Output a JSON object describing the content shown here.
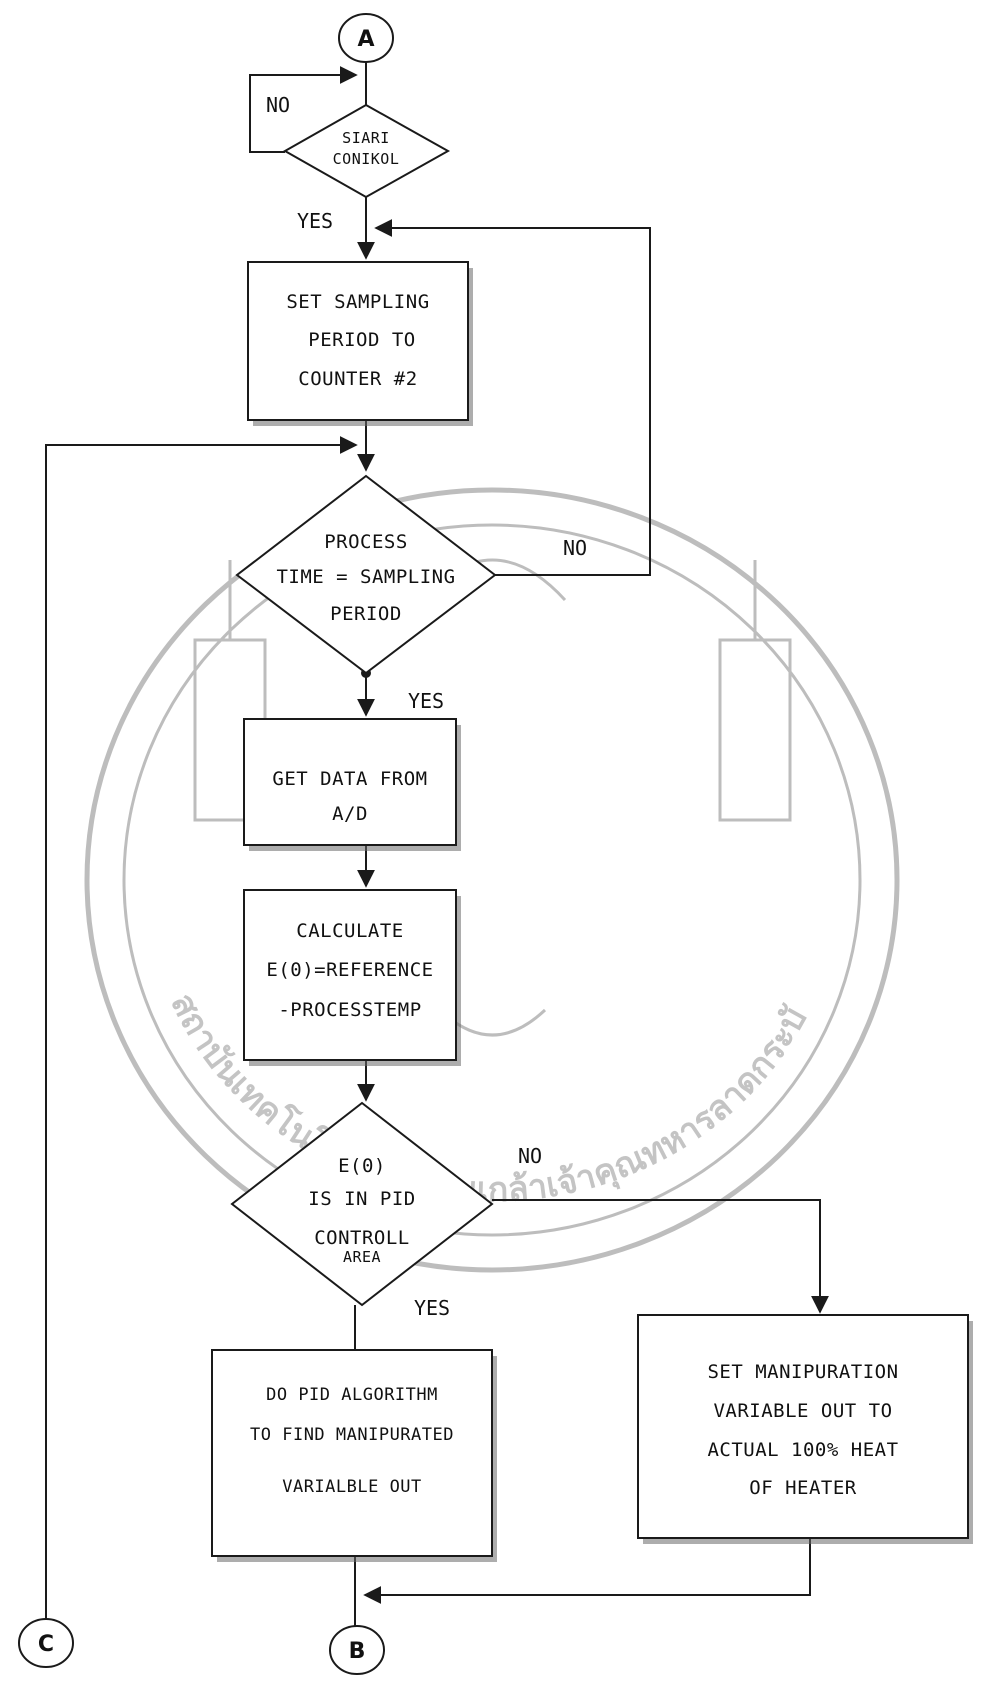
{
  "connectors": {
    "top": "A",
    "bottom": "B",
    "left": "C"
  },
  "decisions": {
    "start": [
      "SIARI",
      "CONIKOL"
    ],
    "process_time": [
      "PROCESS",
      "TIME = SAMPLING",
      "PERIOD"
    ],
    "pid_area": [
      "E(0)",
      "IS IN PID",
      "CONTROLL",
      "AREA"
    ]
  },
  "processes": {
    "set_sampling": [
      "SET SAMPLING",
      "PERIOD TO",
      "COUNTER #2"
    ],
    "get_data": [
      "GET DATA FROM",
      "A/D"
    ],
    "calculate": [
      "CALCULATE",
      "E(0)=REFERENCE",
      "-PROCESSTEMP"
    ],
    "pid_algorithm": [
      "DO PID ALGORITHM",
      "TO FIND MANIPURATED",
      "VARIALBLE OUT"
    ],
    "set_manipuration": [
      "SET MANIPURATION",
      "VARIABLE OUT TO",
      "ACTUAL 100% HEAT",
      "OF HEATER"
    ]
  },
  "branch_labels": {
    "start_no": "NO",
    "start_yes": "YES",
    "process_no": "NO",
    "process_yes": "YES",
    "pid_no": "NO",
    "pid_yes": "YES"
  },
  "watermark": {
    "text": "สถาบันเทคโนโลยีพระจอมเกล้าเจ้าคุณทหารลาดกระบัง"
  },
  "colors": {
    "ink": "#1a1a1a",
    "watermark": "#c4c4c4"
  }
}
